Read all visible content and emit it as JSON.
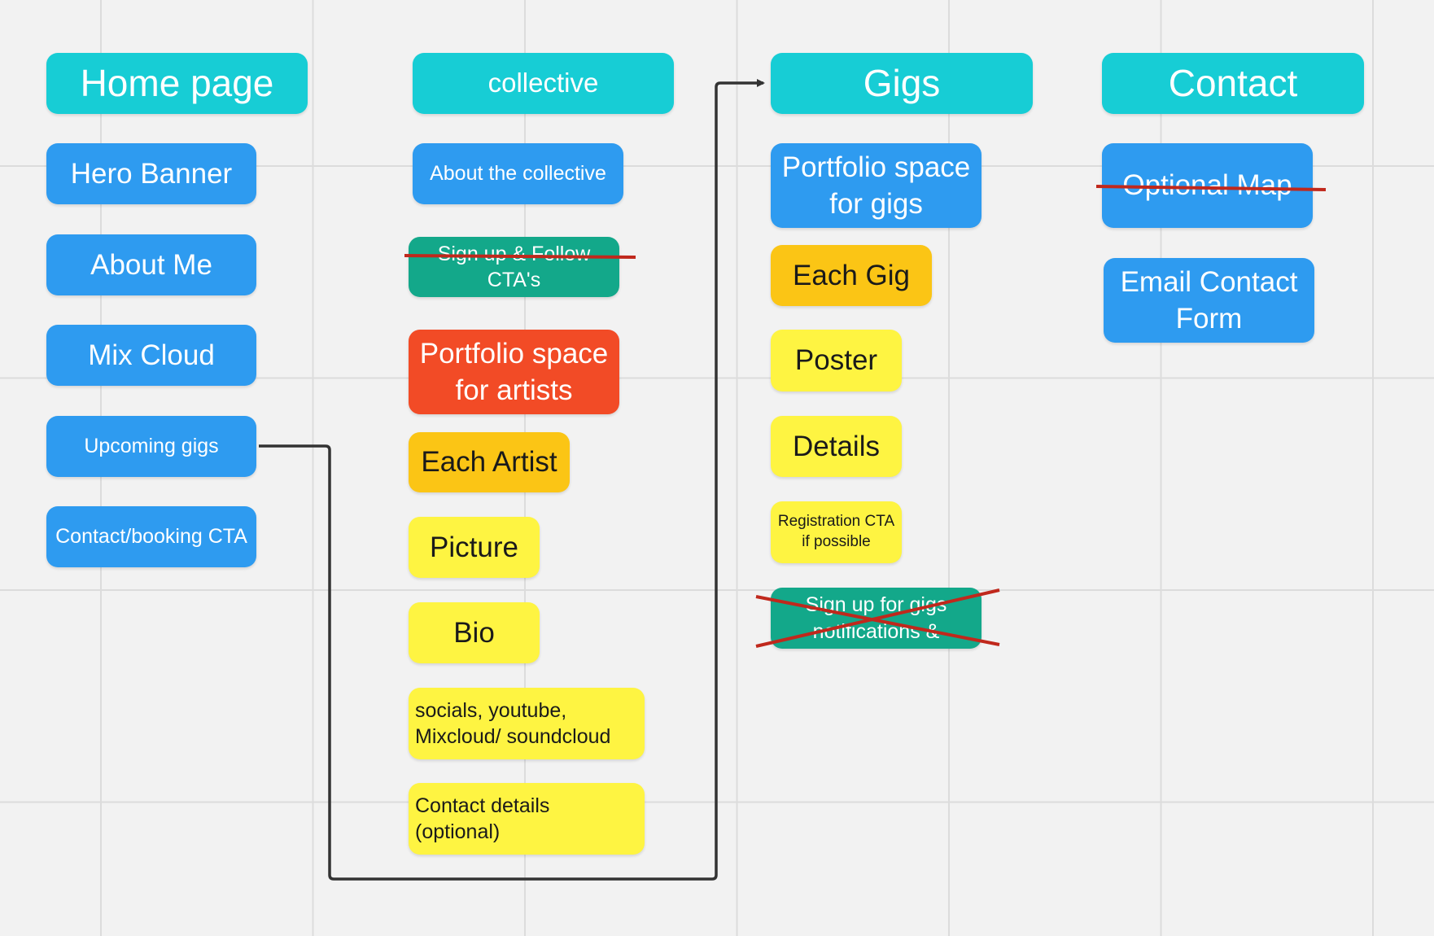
{
  "columns": [
    {
      "header": "Home page",
      "items": [
        "Hero Banner",
        "About Me",
        "Mix Cloud",
        "Upcoming gigs",
        "Contact/booking CTA"
      ]
    },
    {
      "header": "collective",
      "items": [
        "About the collective",
        "Sign up & Follow CTA's",
        "Portfolio space for artists",
        "Each Artist",
        "Picture",
        "Bio",
        "socials, youtube, Mixcloud/ soundcloud",
        "Contact details (optional)"
      ]
    },
    {
      "header": "Gigs",
      "items": [
        "Portfolio space for gigs",
        "Each Gig",
        "Poster",
        "Details",
        "Registration CTA if possible",
        "Sign up for gigs notifications &"
      ]
    },
    {
      "header": "Contact",
      "items": [
        "Optional Map",
        "Email Contact Form"
      ]
    }
  ],
  "colors": {
    "header": "#17cdd5",
    "section": "#2e9bf0",
    "cta": "#13a88a",
    "portfolio": "#f24b26",
    "entity": "#fbc515",
    "detail": "#fef442",
    "strike": "#c0281c",
    "connector": "#333333",
    "grid": "#dcdcdc",
    "canvas": "#f2f2f2"
  },
  "struck_items": [
    "Sign up & Follow CTA's",
    "Optional Map"
  ],
  "crossed_out_items": [
    "Sign up for gigs notifications &"
  ],
  "connectors": [
    {
      "from": "Upcoming gigs",
      "to": "Gigs"
    }
  ]
}
